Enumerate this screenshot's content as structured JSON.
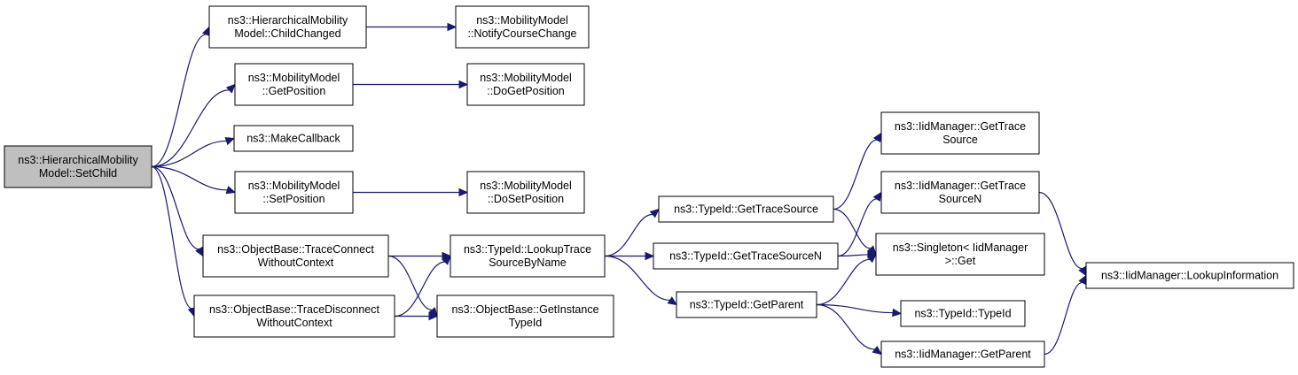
{
  "nodes": [
    {
      "id": "root",
      "lines": [
        "ns3::HierarchicalMobility",
        "Model::SetChild"
      ],
      "root": true
    },
    {
      "id": "childChanged",
      "lines": [
        "ns3::HierarchicalMobility",
        "Model::ChildChanged"
      ]
    },
    {
      "id": "notifyCourse",
      "lines": [
        "ns3::MobilityModel",
        "::NotifyCourseChange"
      ]
    },
    {
      "id": "getPosition",
      "lines": [
        "ns3::MobilityModel",
        "::GetPosition"
      ]
    },
    {
      "id": "doGetPosition",
      "lines": [
        "ns3::MobilityModel",
        "::DoGetPosition"
      ]
    },
    {
      "id": "makeCallback",
      "lines": [
        "ns3::MakeCallback"
      ]
    },
    {
      "id": "setPosition",
      "lines": [
        "ns3::MobilityModel",
        "::SetPosition"
      ]
    },
    {
      "id": "doSetPosition",
      "lines": [
        "ns3::MobilityModel",
        "::DoSetPosition"
      ]
    },
    {
      "id": "traceConnect",
      "lines": [
        "ns3::ObjectBase::TraceConnect",
        "WithoutContext"
      ]
    },
    {
      "id": "traceDisconnect",
      "lines": [
        "ns3::ObjectBase::TraceDisconnect",
        "WithoutContext"
      ]
    },
    {
      "id": "lookupTrace",
      "lines": [
        "ns3::TypeId::LookupTrace",
        "SourceByName"
      ]
    },
    {
      "id": "getInstanceTypeId",
      "lines": [
        "ns3::ObjectBase::GetInstance",
        "TypeId"
      ]
    },
    {
      "id": "getTraceSource",
      "lines": [
        "ns3::TypeId::GetTraceSource"
      ]
    },
    {
      "id": "getTraceSourceN",
      "lines": [
        "ns3::TypeId::GetTraceSourceN"
      ]
    },
    {
      "id": "getParent",
      "lines": [
        "ns3::TypeId::GetParent"
      ]
    },
    {
      "id": "iidGetTraceSource",
      "lines": [
        "ns3::IidManager::GetTrace",
        "Source"
      ]
    },
    {
      "id": "iidGetTraceSourceN",
      "lines": [
        "ns3::IidManager::GetTrace",
        "SourceN"
      ]
    },
    {
      "id": "singletonGet",
      "lines": [
        "ns3::Singleton< IidManager",
        ">::Get"
      ]
    },
    {
      "id": "typeIdCtor",
      "lines": [
        "ns3::TypeId::TypeId"
      ]
    },
    {
      "id": "iidGetParent",
      "lines": [
        "ns3::IidManager::GetParent"
      ]
    },
    {
      "id": "lookupInformation",
      "lines": [
        "ns3::IidManager::LookupInformation"
      ]
    }
  ],
  "edges": [
    [
      "root",
      "childChanged"
    ],
    [
      "root",
      "getPosition"
    ],
    [
      "root",
      "makeCallback"
    ],
    [
      "root",
      "setPosition"
    ],
    [
      "root",
      "traceConnect"
    ],
    [
      "root",
      "traceDisconnect"
    ],
    [
      "childChanged",
      "notifyCourse"
    ],
    [
      "getPosition",
      "doGetPosition"
    ],
    [
      "setPosition",
      "doSetPosition"
    ],
    [
      "traceConnect",
      "lookupTrace"
    ],
    [
      "traceConnect",
      "getInstanceTypeId"
    ],
    [
      "traceDisconnect",
      "lookupTrace"
    ],
    [
      "traceDisconnect",
      "getInstanceTypeId"
    ],
    [
      "lookupTrace",
      "getTraceSource"
    ],
    [
      "lookupTrace",
      "getTraceSourceN"
    ],
    [
      "lookupTrace",
      "getParent"
    ],
    [
      "getTraceSource",
      "iidGetTraceSource"
    ],
    [
      "getTraceSource",
      "singletonGet"
    ],
    [
      "getTraceSourceN",
      "iidGetTraceSourceN"
    ],
    [
      "getTraceSourceN",
      "singletonGet"
    ],
    [
      "getParent",
      "singletonGet"
    ],
    [
      "getParent",
      "typeIdCtor"
    ],
    [
      "getParent",
      "iidGetParent"
    ],
    [
      "iidGetTraceSourceN",
      "lookupInformation"
    ],
    [
      "iidGetParent",
      "lookupInformation"
    ]
  ],
  "colors": {
    "edge": "#191970",
    "root_fill": "#bfbfbf",
    "node_fill": "#ffffff",
    "border": "#000000"
  }
}
